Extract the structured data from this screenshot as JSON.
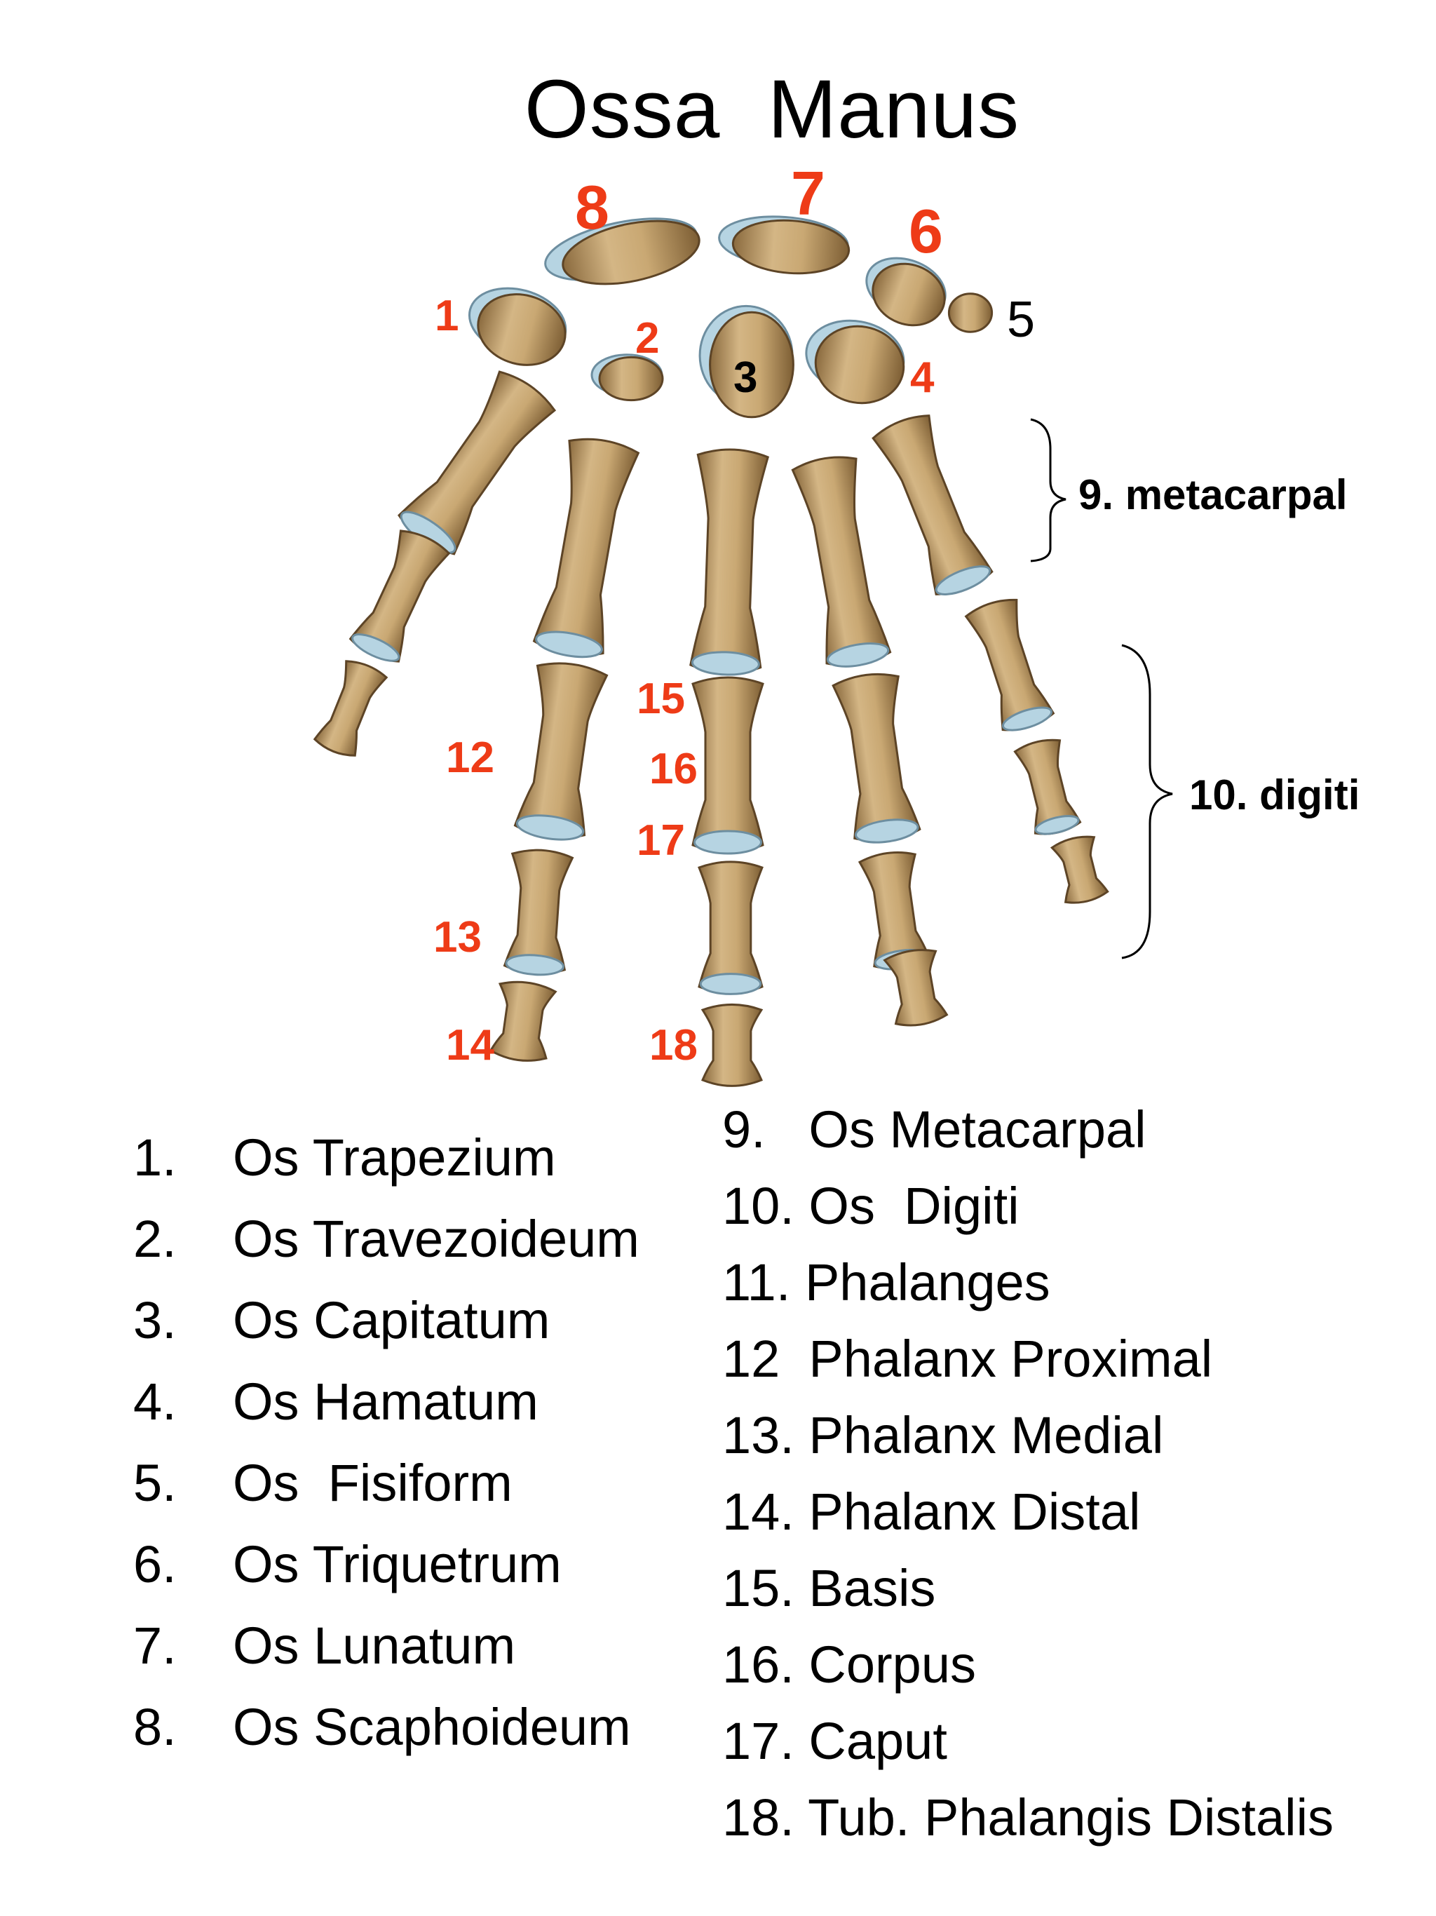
{
  "title": "Ossa  Manus",
  "colors": {
    "label": "#ee3b17",
    "bone": "#c9a873",
    "bone_dark": "#8a6a3e",
    "cartilage": "#b6d4e2",
    "text": "#000000"
  },
  "labels": {
    "n1": "1",
    "n2": "2",
    "n3": "3",
    "n4": "4",
    "n5": "5",
    "n6": "6",
    "n7": "7",
    "n8": "8",
    "n12": "12",
    "n13": "13",
    "n14": "14",
    "n15": "15",
    "n16": "16",
    "n17": "17",
    "n18": "18"
  },
  "groups": {
    "metacarpal": "9. metacarpal",
    "digiti": "10. digiti"
  },
  "legend_left": [
    {
      "num": "1.",
      "text": "Os Trapezium"
    },
    {
      "num": "2.",
      "text": "Os Travezoideum"
    },
    {
      "num": "3.",
      "text": "Os Capitatum"
    },
    {
      "num": "4.",
      "text": "Os Hamatum"
    },
    {
      "num": "5.",
      "text": "Os  Fisiform"
    },
    {
      "num": "6.",
      "text": "Os Triquetrum"
    },
    {
      "num": "7.",
      "text": "Os Lunatum"
    },
    {
      "num": "8.",
      "text": "Os Scaphoideum"
    }
  ],
  "legend_right": [
    "9.   Os Metacarpal",
    "10. Os  Digiti",
    "11. Phalanges",
    "12  Phalanx Proximal",
    "13. Phalanx Medial",
    "14. Phalanx Distal",
    "15. Basis",
    "16. Corpus",
    "17. Caput",
    "18. Tub. Phalangis Distalis"
  ]
}
